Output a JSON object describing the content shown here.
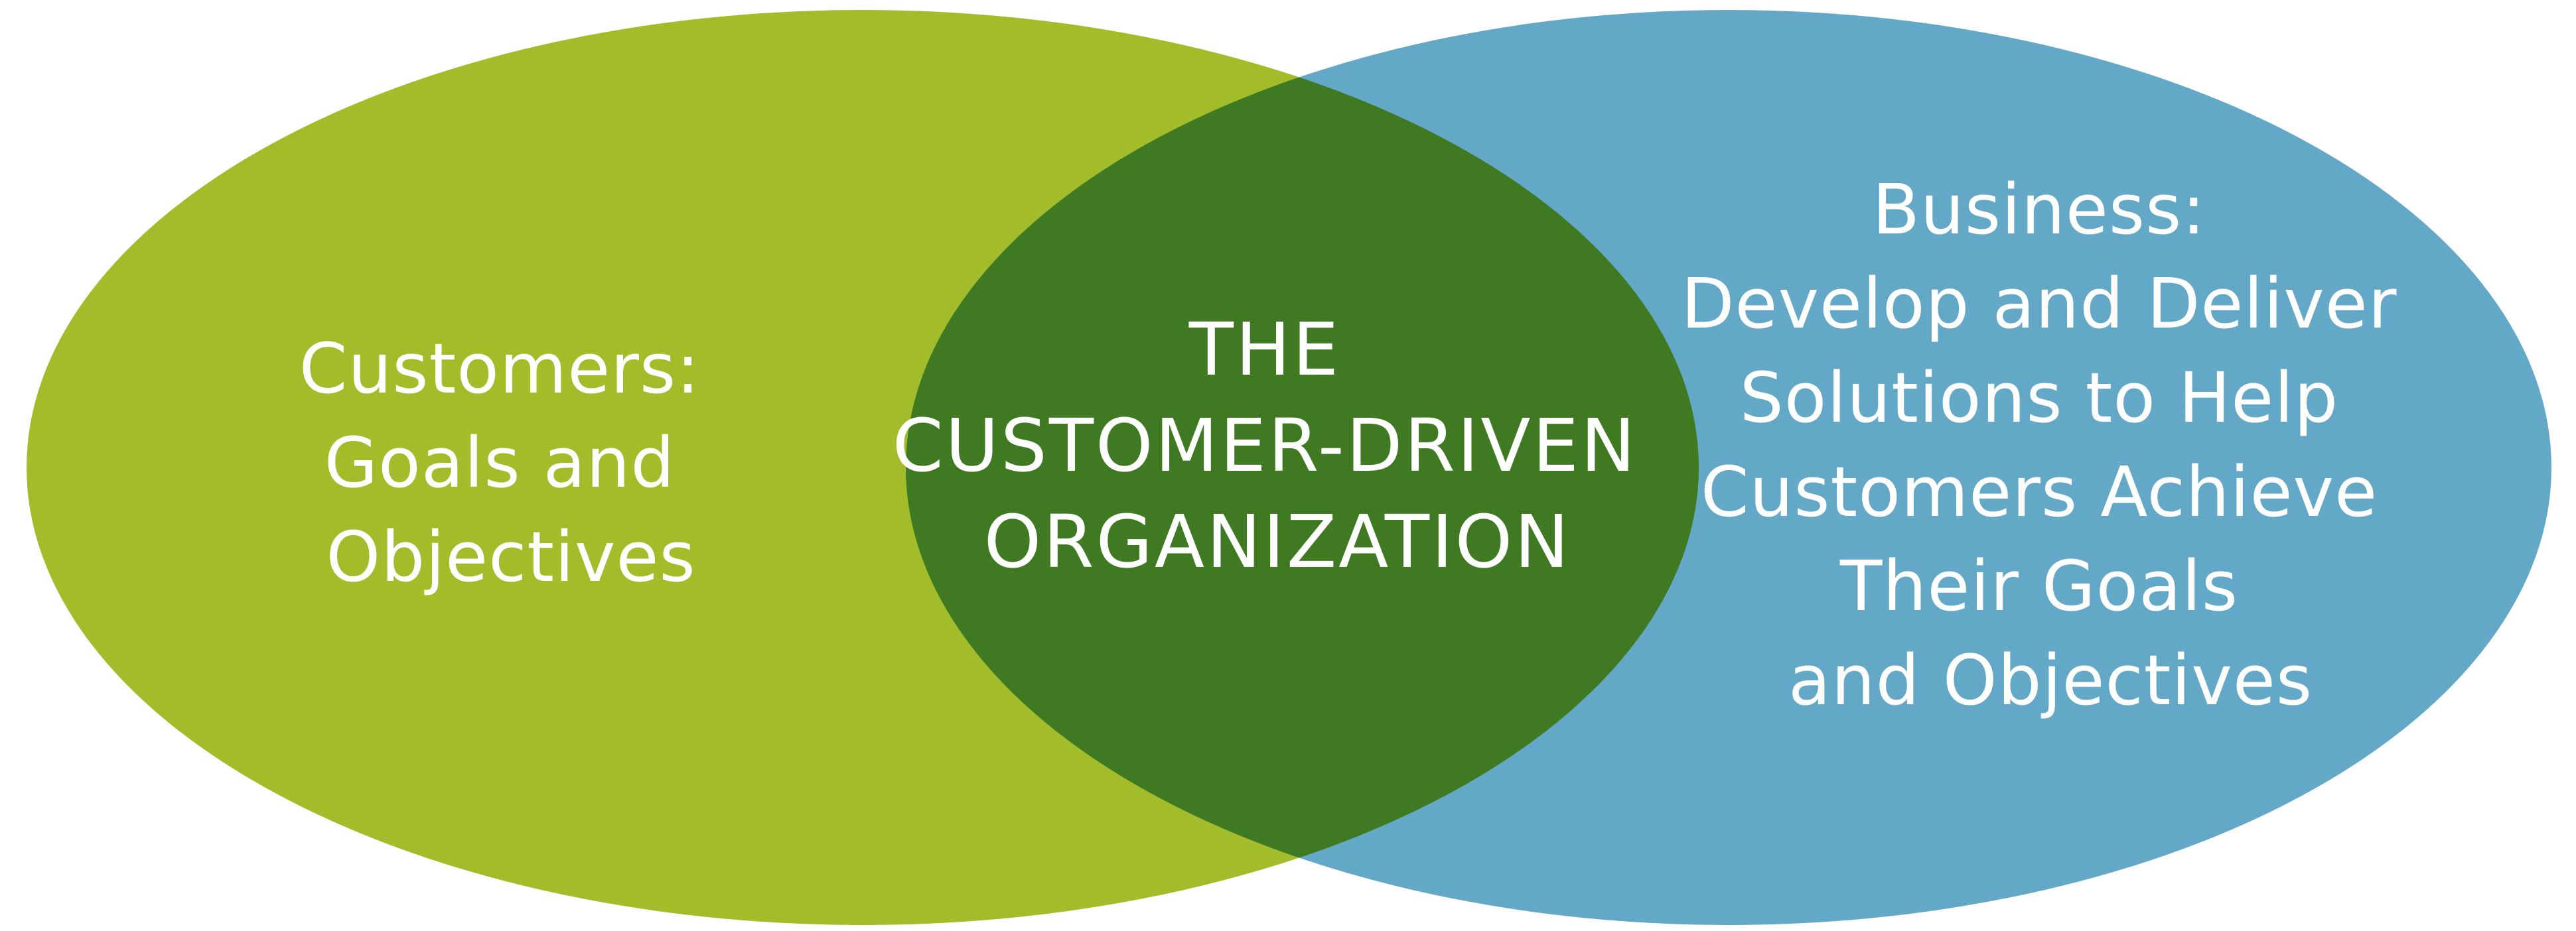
{
  "diagram": {
    "type": "venn",
    "colors": {
      "left_circle": "#a3bc2a",
      "right_circle": "#64a8c8",
      "overlap": "#3f7a22",
      "text": "#ffffff"
    },
    "left": {
      "lines": [
        "Customers:",
        "Goals and",
        "Objectives"
      ]
    },
    "center": {
      "lines": [
        "THE",
        "CUSTOMER-DRIVEN",
        "ORGANIZATION"
      ]
    },
    "right": {
      "lines": [
        "Business:",
        "Develop and Deliver",
        "Solutions to Help",
        "Customers Achieve",
        "Their Goals",
        "and Objectives"
      ]
    }
  }
}
